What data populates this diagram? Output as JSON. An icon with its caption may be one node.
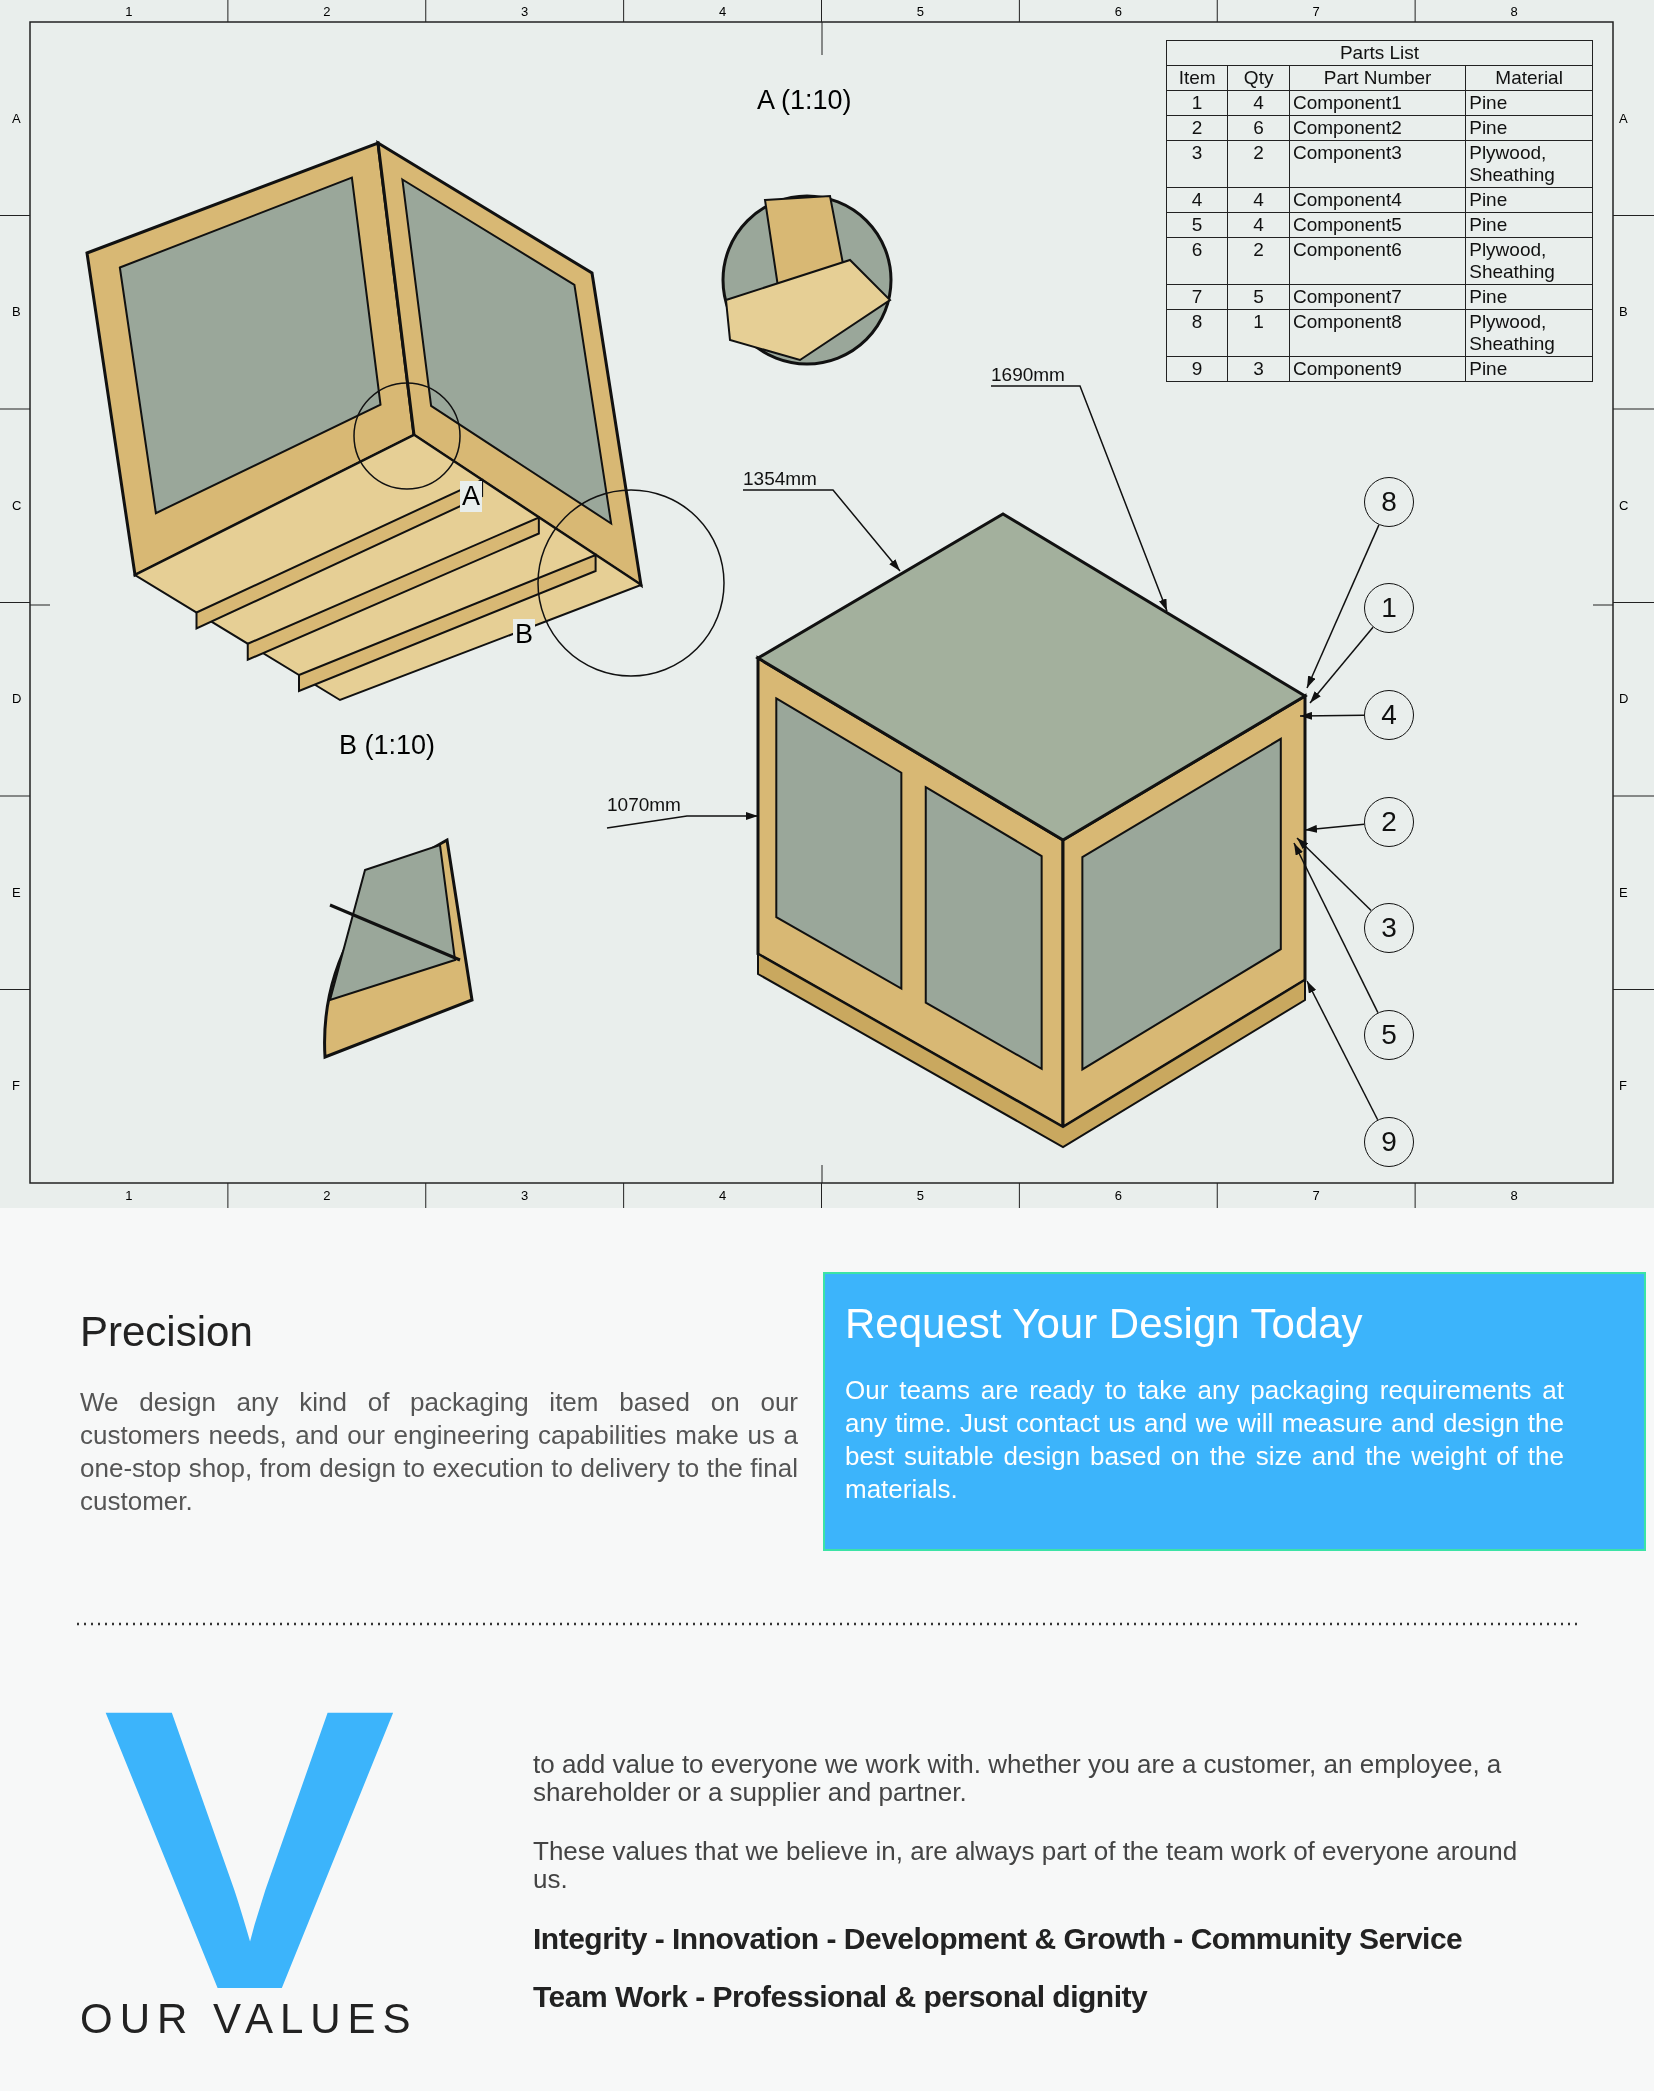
{
  "diagram": {
    "nodes": [
      {
        "text": [],
        "shape": "picture"
      },
      {
        "text": [
          "1690mm"
        ]
      },
      {
        "text": [
          "1354mm"
        ]
      },
      {
        "text": [
          "1070mm"
        ]
      },
      {
        "text": [
          "8"
        ]
      },
      {
        "text": [
          "1"
        ]
      },
      {
        "text": [
          "4"
        ]
      },
      {
        "text": [
          "2"
        ]
      },
      {
        "text": [
          "3"
        ]
      },
      {
        "text": [
          "5"
        ]
      },
      {
        "text": [
          "9"
        ]
      },
      {
        "text": [
          "Request Your Design Today",
          "Our teams are ready to take any packaging requirements at any time. Just contact us and we will measure and design the best suitable design based on the size and the weight of the materials."
        ]
      }
    ],
    "edges": [
      {
        "from": 1,
        "to": 0,
        "arrow": "to"
      },
      {
        "from": 2,
        "to": 0,
        "arrow": "to"
      },
      {
        "from": 3,
        "to": 0,
        "arrow": "to"
      },
      {
        "from": 4,
        "to": 0,
        "arrow": "to"
      },
      {
        "from": 5,
        "to": 0,
        "arrow": "to"
      },
      {
        "from": 6,
        "to": 0,
        "arrow": "to"
      },
      {
        "from": 7,
        "to": 0,
        "arrow": "to"
      },
      {
        "from": 8,
        "to": 0,
        "arrow": "to"
      },
      {
        "from": 9,
        "to": 0,
        "arrow": "to"
      },
      {
        "from": 10,
        "to": 0,
        "arrow": "to"
      }
    ],
    "labels": [
      "1",
      "2",
      "3",
      "4",
      "5",
      "6",
      "7",
      "8",
      "A",
      "B",
      "C",
      "D",
      "E",
      "F",
      "A",
      "B",
      "C",
      "D",
      "E",
      "F",
      "1",
      "2",
      "3",
      "4",
      "5",
      "6",
      "7",
      "8",
      "A (1:10)",
      "Parts List",
      "Item",
      "Qty",
      "Part Number",
      "Material",
      "1",
      "4",
      "Component1",
      "Pine",
      "2",
      "6",
      "Component2",
      "Pine",
      "3",
      "2",
      "Component3",
      "Plywood, Sheathing",
      "4",
      "4",
      "Component4",
      "Pine",
      "5",
      "4",
      "Component5",
      "Pine",
      "6",
      "2",
      "Component6",
      "Plywood, Sheathing",
      "7",
      "5",
      "Component7",
      "Pine",
      "8",
      "1",
      "Component8",
      "Plywood, Sheathing",
      "9",
      "3",
      "Component9",
      "Pine",
      "A",
      "B",
      "B (1:10)",
      "Precision",
      "We design any kind of packaging item based on our customers needs, and our engineering capabilities make us a one-stop shop, from design to execution to delivery to the final customer.",
      "V",
      "OUR VALUES",
      "to add value to everyone we work with. whether you are a customer, an employee, a shareholder or a supplier and partner.",
      "These values that we believe in, are always part of the team work of everyone around us.",
      "Integrity - Innovation - Development & Growth - Community Service",
      "Team Work - Professional & personal dignity"
    ]
  }
}
